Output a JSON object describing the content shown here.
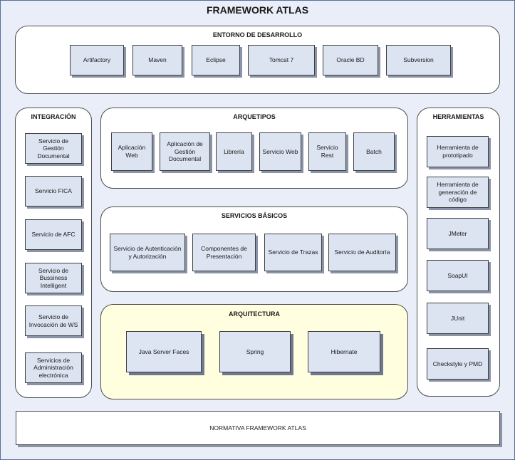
{
  "title": "FRAMEWORK ATLAS",
  "entorno": {
    "title": "ENTORNO DE DESARROLLO",
    "items": [
      "Artifactory",
      "Maven",
      "Eclipse",
      "Tomcat 7",
      "Oracle BD",
      "Subversion"
    ]
  },
  "integracion": {
    "title": "INTEGRACIÓN",
    "items": [
      "Servicio de Gestión Documental",
      "Servicio FICA",
      "Servicio de AFC",
      "Servicio de Bussiness Intelligent",
      "Servicio de Invocación de WS",
      "Servicios de Administración electrónica"
    ]
  },
  "arquetipos": {
    "title": "ARQUETIPOS",
    "items": [
      "Aplicación Web",
      "Aplicación de Gestión Documental",
      "Librería",
      "Servicio Web",
      "Servicio Rest",
      "Batch"
    ]
  },
  "servicios_basicos": {
    "title": "SERVICIOS BÁSICOS",
    "items": [
      "Servicio de Autenticación y Autorización",
      "Componentes de Presentación",
      "Servicio de Trazas",
      "Servicio de Auditoría"
    ]
  },
  "arquitectura": {
    "title": "ARQUITECTURA",
    "items": [
      "Java Server Faces",
      "Spring",
      "Hibernate"
    ]
  },
  "herramientas": {
    "title": "HERRAMIENTAS",
    "items": [
      "Herramienta de prototipado",
      "Herramienta de generación de código",
      "JMeter",
      "SoapUI",
      "JUnit",
      "Checkstyle y PMD"
    ]
  },
  "footer": "NORMATIVA FRAMEWORK ATLAS"
}
